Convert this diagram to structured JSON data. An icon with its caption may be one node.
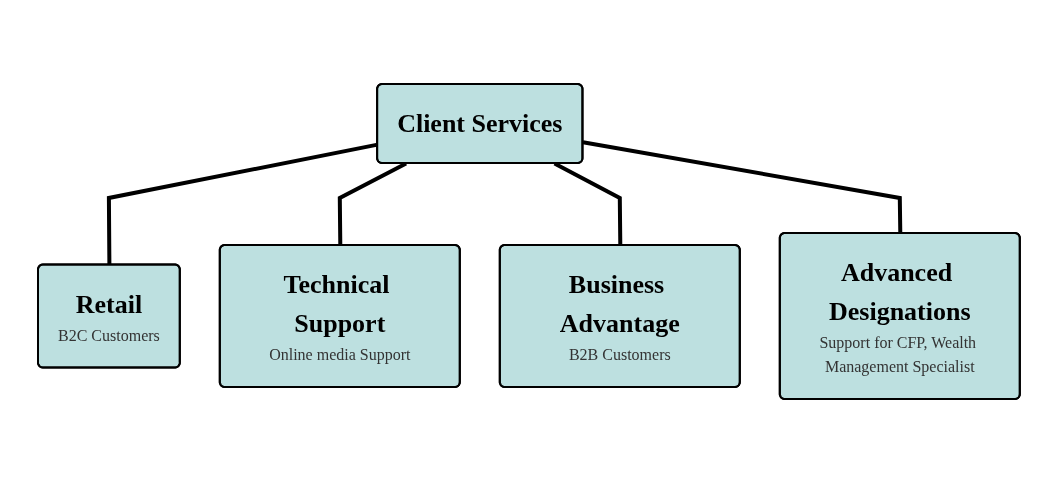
{
  "diagram": {
    "nodes": [
      {
        "text": [
          "Client Services"
        ]
      },
      {
        "text": [
          "Retail",
          "B2C Customers"
        ]
      },
      {
        "text": [
          "Technical Support",
          "Online media Support"
        ]
      },
      {
        "text": [
          "Business Advantage",
          "B2B Customers"
        ]
      },
      {
        "text": [
          "Advanced Designations",
          "Support for CFP, Wealth Management Specialist"
        ]
      }
    ],
    "edges": [
      {
        "from": 0,
        "to": 1,
        "arrow": "none"
      },
      {
        "from": 0,
        "to": 2,
        "arrow": "none"
      },
      {
        "from": 0,
        "to": 3,
        "arrow": "none"
      },
      {
        "from": 0,
        "to": 4,
        "arrow": "none"
      }
    ]
  }
}
